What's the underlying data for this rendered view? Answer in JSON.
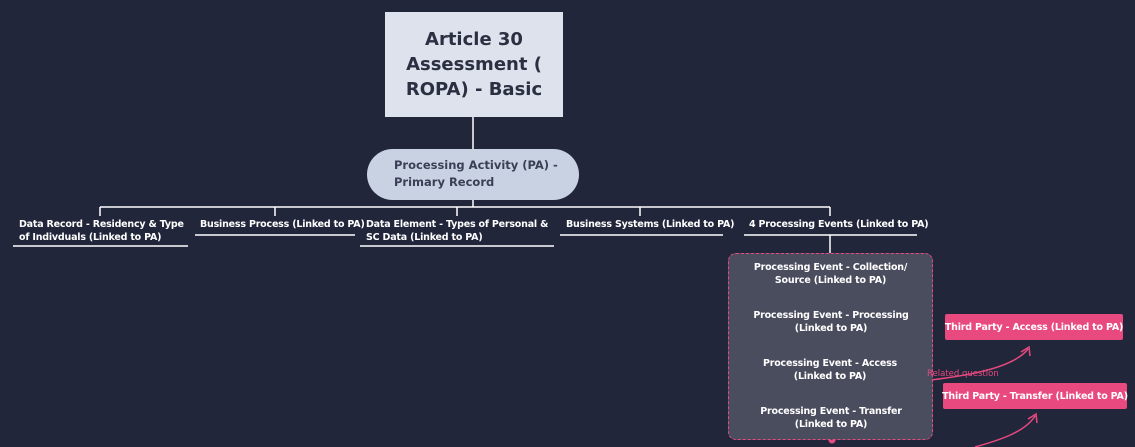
{
  "root": {
    "title": "Article 30 Assessment ( ROPA) - Basic"
  },
  "primary": {
    "label": "Processing Activity (PA) - Primary Record"
  },
  "topics": [
    "Data Record - Residency & Type of Indivduals  (Linked to PA)",
    "Business Process (Linked to PA)",
    "Data Element - Types of Personal & SC Data (Linked to PA)",
    "Business Systems (Linked to PA)",
    "4 Processing Events (Linked to PA)"
  ],
  "processing_events": [
    "Processing Event - Collection/ Source (Linked to PA)",
    "Processing Event - Processing (Linked to PA)",
    "Processing Event - Access (Linked to PA)",
    "Processing Event - Transfer (Linked to PA)"
  ],
  "third_parties": [
    "Third Party  - Access (Linked to PA)",
    "Third Party -  Transfer (Linked to PA)"
  ],
  "relationship_label": "Related question",
  "colors": {
    "background": "#22263a",
    "root_fill": "#dde2ec",
    "primary_fill": "#c9d2e3",
    "group_fill": "#4a4d5e",
    "accent_pink": "#e8497f",
    "connector": "#ffffff"
  }
}
